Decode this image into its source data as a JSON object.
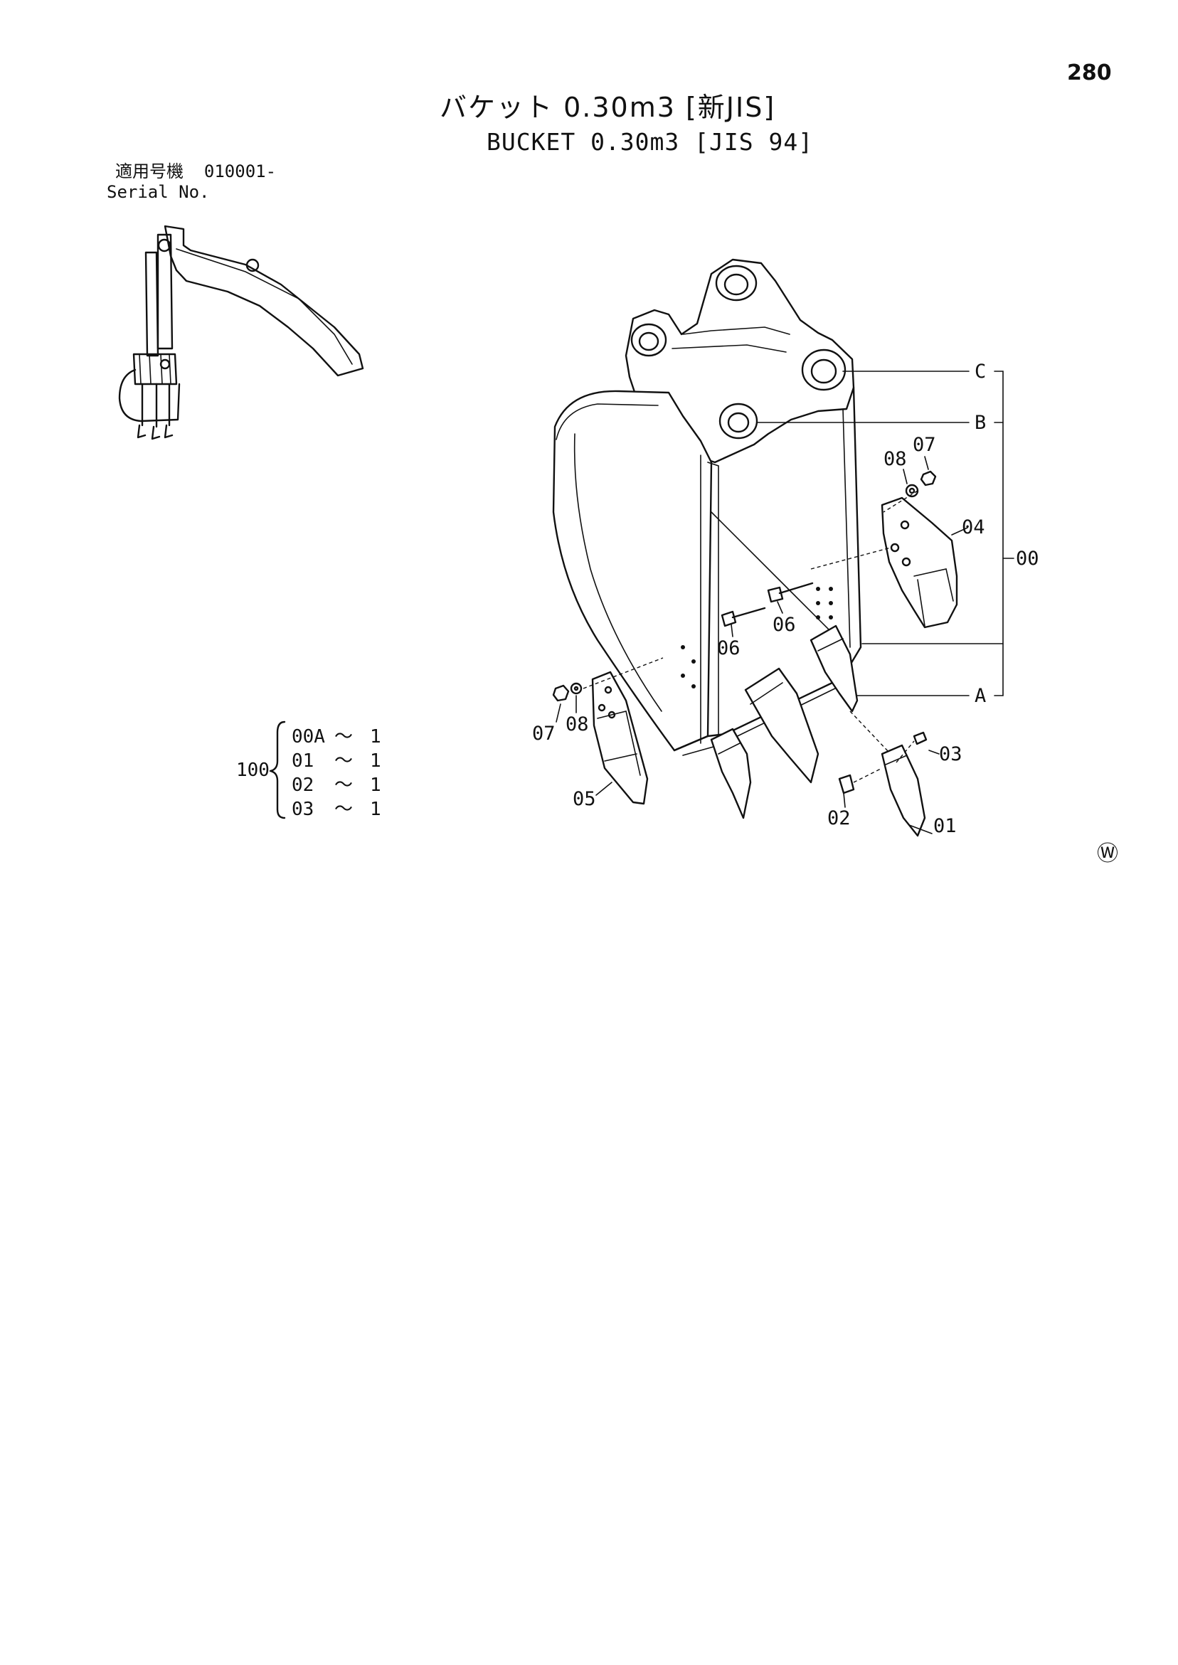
{
  "page_number": "280",
  "title": {
    "japanese": "バケット 0.30m3 [新JIS]",
    "english": "BUCKET 0.30m3 [JIS 94]"
  },
  "serial": {
    "label_jp": "適用号機",
    "value": "010001-",
    "label_en": "Serial No."
  },
  "part_labels": [
    "00",
    "01",
    "02",
    "03",
    "04",
    "05",
    "06",
    "06",
    "07",
    "07",
    "08",
    "08"
  ],
  "reference_letters": [
    "A",
    "B",
    "C"
  ],
  "kit": {
    "number": "100",
    "items": [
      {
        "part": "00A",
        "tilde": "〜",
        "qty": "1"
      },
      {
        "part": "01",
        "tilde": "〜",
        "qty": "1"
      },
      {
        "part": "02",
        "tilde": "〜",
        "qty": "1"
      },
      {
        "part": "03",
        "tilde": "〜",
        "qty": "1"
      }
    ]
  },
  "corner_mark": "Ⓦ"
}
